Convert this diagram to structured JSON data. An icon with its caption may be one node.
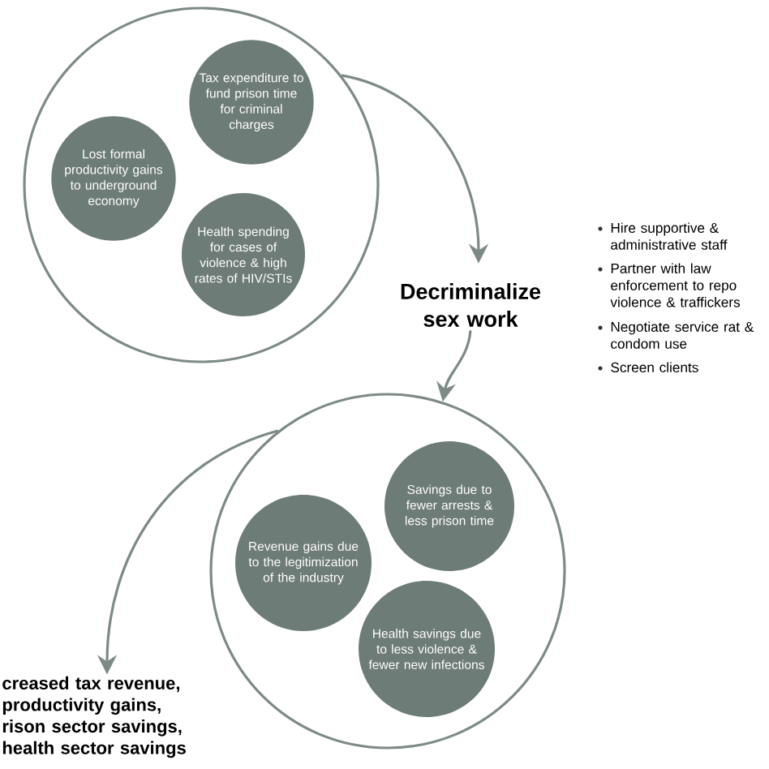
{
  "diagram": {
    "nodes": [
      {
        "text": [],
        "shape": "circle"
      },
      {
        "text": [
          "Tax expenditure to fund prison time for criminal charges"
        ],
        "in": 0
      },
      {
        "text": [
          "Lost formal productivity gains to underground economy"
        ],
        "in": 0
      },
      {
        "text": [
          "Health spending for cases of violence & high rates of HIV/STIs"
        ],
        "in": 0
      },
      {
        "text": [
          "Decriminalize sex work"
        ]
      },
      {
        "text": [],
        "shape": "circle"
      },
      {
        "text": [
          "Savings due to fewer arrests & less prison time"
        ],
        "in": 5
      },
      {
        "text": [
          "Revenue gains due to the legitimization of the industry"
        ],
        "in": 5
      },
      {
        "text": [
          "Health savings due to less violence & fewer new infections"
        ],
        "in": 5
      },
      {
        "text": [
          "creased tax revenue, productivity gains, rison sector savings, health sector savings"
        ]
      }
    ],
    "edges": [
      {
        "from": 0,
        "to": 4,
        "arrow": "to"
      },
      {
        "from": 4,
        "to": 5,
        "arrow": "to"
      },
      {
        "from": 5,
        "to": 9,
        "arrow": "to"
      }
    ],
    "labels": [
      "Hire supportive & administrative staff",
      "Partner with law enforcement to repo violence & traffickers",
      "Negotiate service rat & condom use",
      "Screen clients"
    ]
  }
}
